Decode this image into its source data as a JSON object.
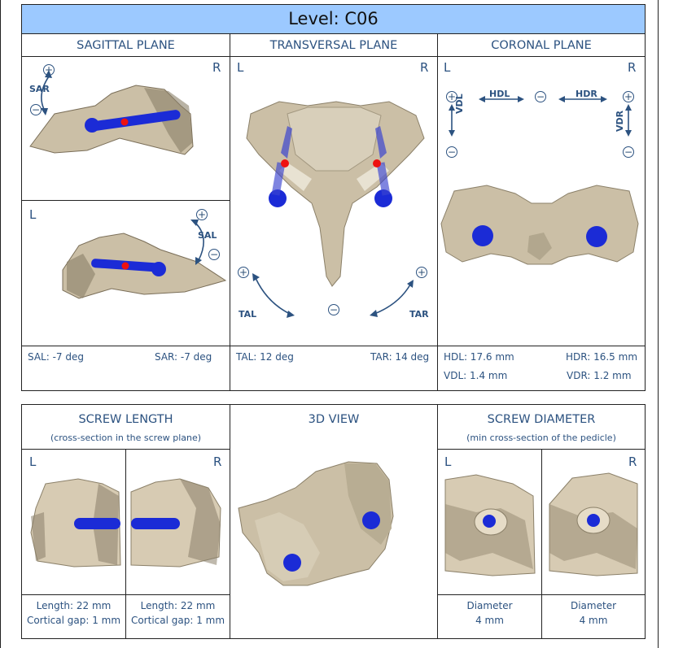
{
  "title": "Level: C06",
  "panels_top": {
    "sagittal": {
      "header": "SAGITTAL PLANE",
      "right_label": "R",
      "lower_left_label": "L",
      "control_sar": "SAR",
      "control_sal": "SAL"
    },
    "transversal": {
      "header": "TRANSVERSAL PLANE",
      "left_label": "L",
      "right_label": "R",
      "control_tal": "TAL",
      "control_tar": "TAR"
    },
    "coronal": {
      "header": "CORONAL PLANE",
      "left_label": "L",
      "right_label": "R",
      "control_hdl": "HDL",
      "control_hdr": "HDR",
      "control_vdl": "VDL",
      "control_vdr": "VDR"
    }
  },
  "readouts": {
    "sal": "SAL: -7 deg",
    "sar": "SAR: -7 deg",
    "tal": "TAL: 12 deg",
    "tar": "TAR: 14 deg",
    "hdl": "HDL: 17.6 mm",
    "hdr": "HDR: 16.5 mm",
    "vdl": "VDL: 1.4 mm",
    "vdr": "VDR: 1.2 mm"
  },
  "panels_bottom": {
    "screw_length": {
      "header": "SCREW LENGTH",
      "subheader": "(cross-section in the screw plane)",
      "left_label": "L",
      "right_label": "R",
      "left_length": "Length: 22 mm",
      "left_gap": "Cortical gap: 1 mm",
      "right_length": "Length: 22 mm",
      "right_gap": "Cortical gap: 1 mm"
    },
    "view3d": {
      "header": "3D VIEW"
    },
    "screw_diameter": {
      "header": "SCREW DIAMETER",
      "subheader": "(min cross-section of the pedicle)",
      "left_label": "L",
      "right_label": "R",
      "left_caption": "Diameter",
      "left_value": "4 mm",
      "right_caption": "Diameter",
      "right_value": "4 mm"
    }
  },
  "icons": {
    "plus": "+",
    "minus": "−"
  },
  "colors": {
    "title_bg": "#9cc9ff",
    "label": "#2c5280",
    "bone": "#cbbfa6",
    "screw": "#1b2bd6",
    "marker": "#e11"
  }
}
